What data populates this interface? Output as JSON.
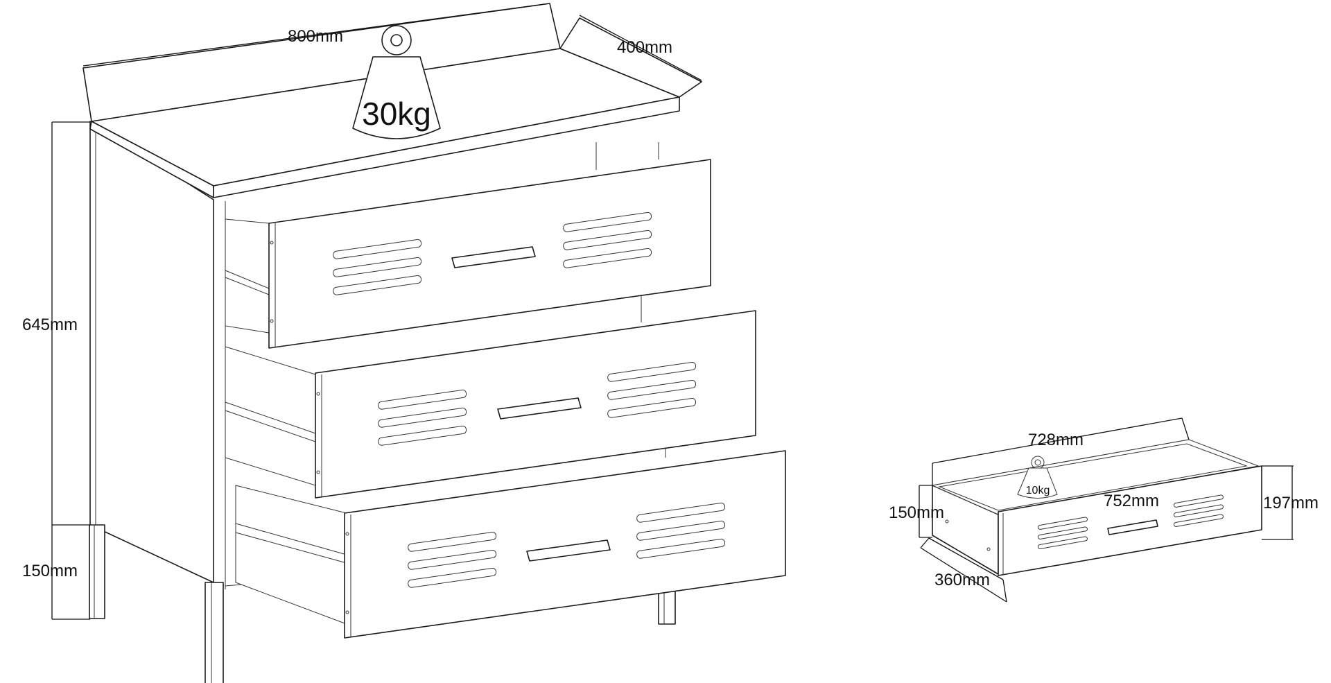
{
  "dimensions": {
    "cabinet_width": "800mm",
    "cabinet_depth": "400mm",
    "cabinet_body_height": "645mm",
    "leg_height": "150mm",
    "drawer_outer_width": "728mm",
    "drawer_front_width": "752mm",
    "drawer_height": "150mm",
    "drawer_front_height": "197mm",
    "drawer_depth": "360mm"
  },
  "load_ratings": {
    "top_load": "30kg",
    "drawer_load": "10kg"
  },
  "cabinet": {
    "drawer_count": 3,
    "vents_per_side": 3
  },
  "colors": {
    "line": "#1a1a1a",
    "background": "#ffffff"
  }
}
